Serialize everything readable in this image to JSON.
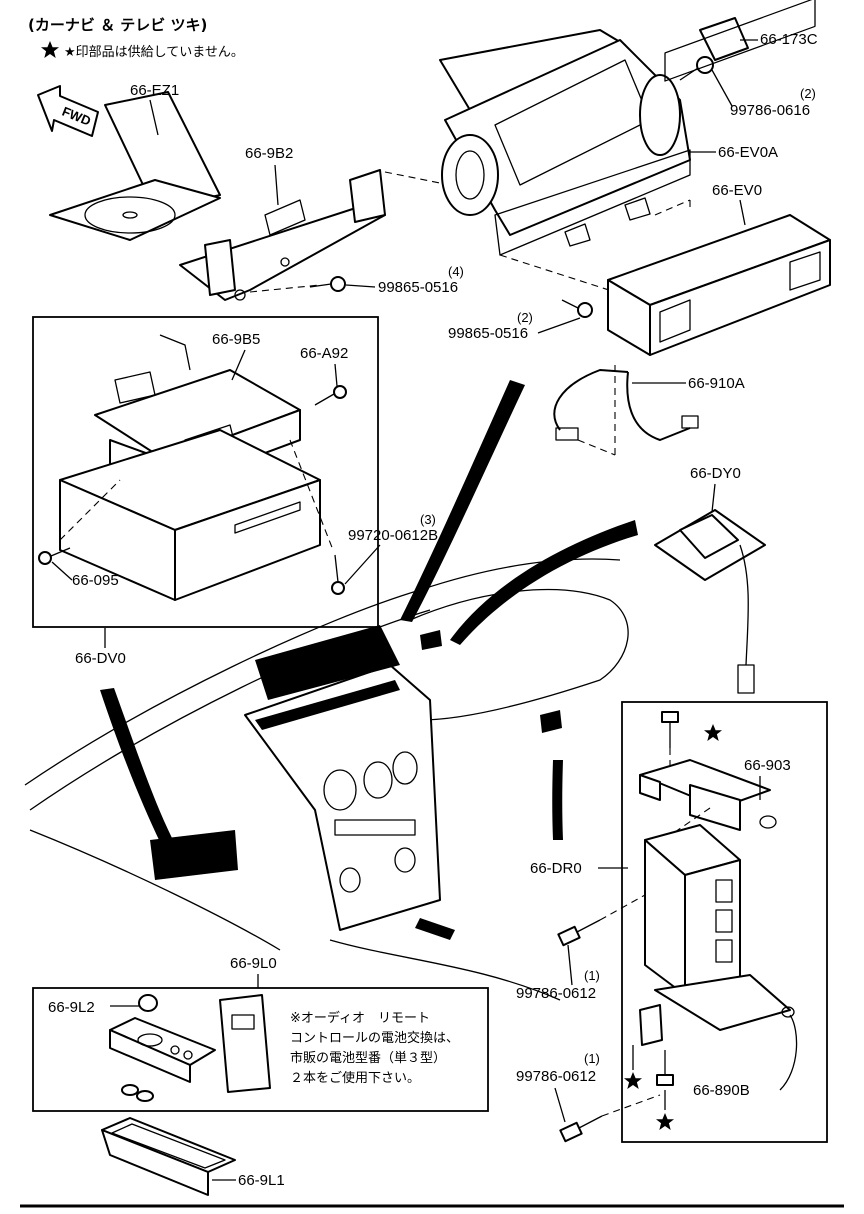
{
  "header": {
    "title": "(カーナビ ＆ テレビ ツキ)",
    "note": "★印部品は供給していません。"
  },
  "fwd_label": "FWD",
  "labels": {
    "p_173C": "66-173C",
    "p_0616": "99786-0616",
    "q_0616": "(2)",
    "p_EZ1": "66-EZ1",
    "p_9B2": "66-9B2",
    "p_EV0A": "66-EV0A",
    "p_EV0": "66-EV0",
    "p_0516a": "99865-0516",
    "q_0516a": "(4)",
    "p_0516b": "99865-0516",
    "q_0516b": "(2)",
    "p_9B5": "66-9B5",
    "p_A92": "66-A92",
    "p_910A": "66-910A",
    "p_DY0": "66-DY0",
    "p_0612B": "99720-0612B",
    "q_0612B": "(3)",
    "p_095": "66-095",
    "p_DV0": "66-DV0",
    "p_903": "66-903",
    "p_DR0": "66-DR0",
    "p_9L0": "66-9L0",
    "p_9L2": "66-9L2",
    "p_0612a": "99786-0612",
    "q_0612a": "(1)",
    "p_0612b": "99786-0612",
    "q_0612b": "(1)",
    "p_890B": "66-890B",
    "p_9L1": "66-9L1"
  },
  "battery_note": [
    "※オーディオ　リモート",
    "コントロールの電池交換は、",
    "市販の電池型番（単３型）",
    "２本をご使用下さい。"
  ],
  "icons": [
    "star-icon",
    "fwd-arrow-icon",
    "bolt-icon",
    "screw-icon"
  ]
}
